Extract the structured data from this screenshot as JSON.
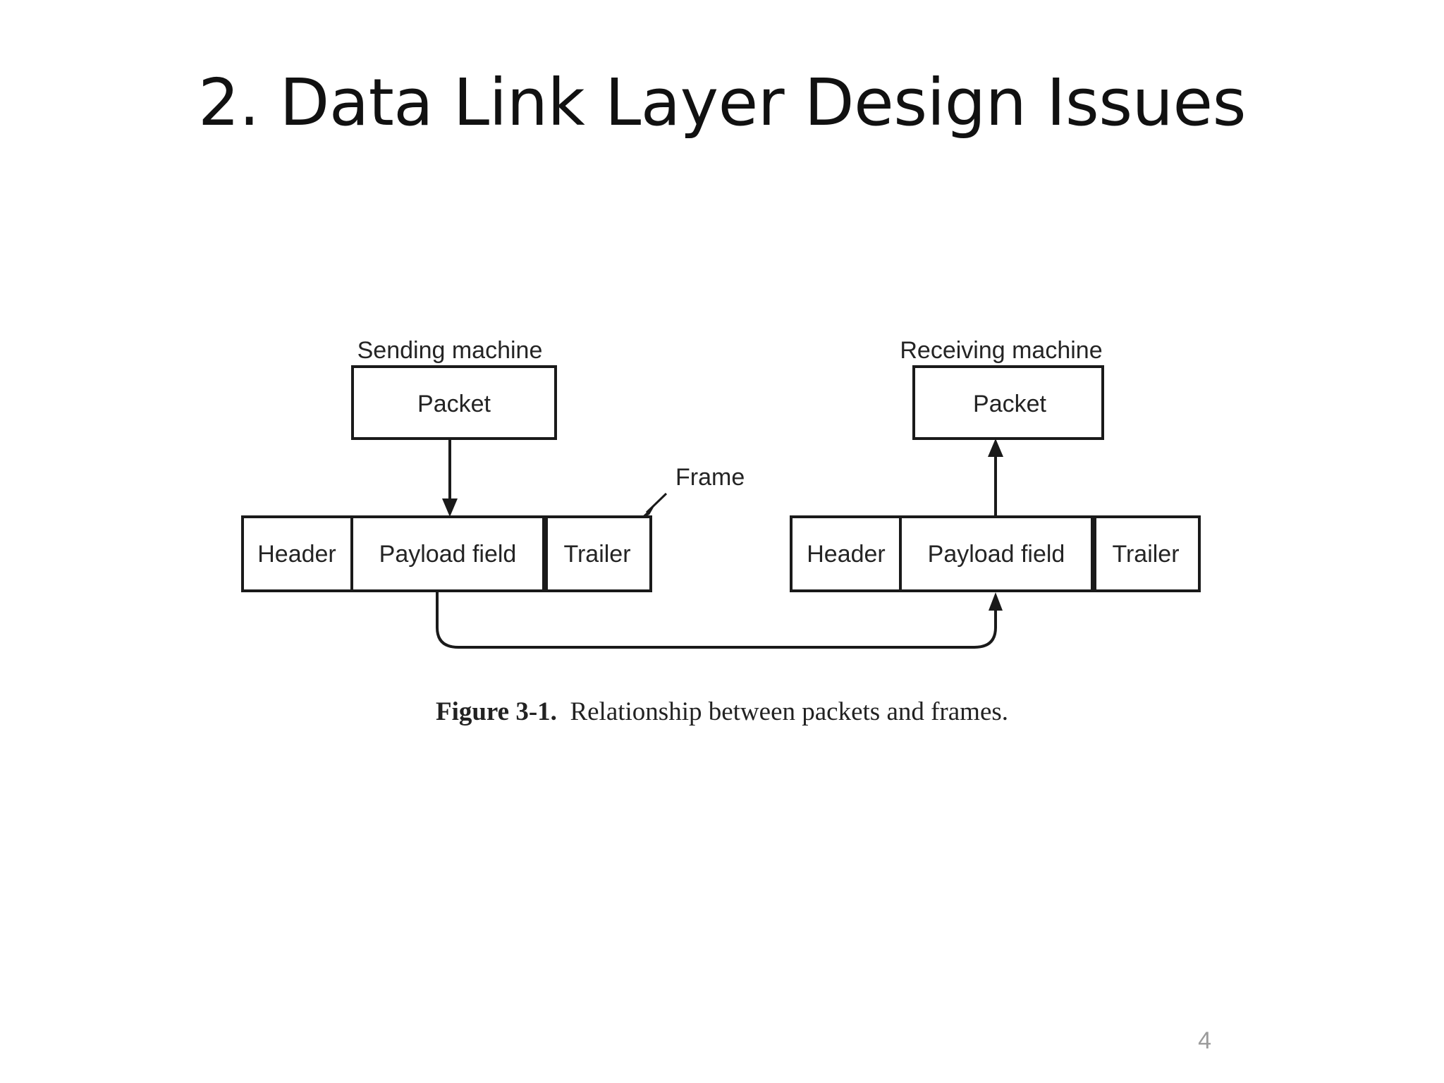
{
  "slide": {
    "title": "2. Data Link Layer Design Issues",
    "page_number": "4",
    "background_color": "#ffffff",
    "title_color": "#111111",
    "page_number_color": "#9b9b9b"
  },
  "figure": {
    "caption_label": "Figure 3-1.",
    "caption_text": "Relationship between packets and frames.",
    "stroke_color": "#1a1a1a",
    "fill_color": "#ffffff",
    "text_color": "#242424",
    "sending": {
      "machine_label": "Sending machine",
      "packet_label": "Packet",
      "frame_cells": [
        {
          "label": "Header"
        },
        {
          "label": "Payload field"
        },
        {
          "label": "Trailer"
        }
      ]
    },
    "receiving": {
      "machine_label": "Receiving machine",
      "packet_label": "Packet",
      "frame_cells": [
        {
          "label": "Header"
        },
        {
          "label": "Payload field"
        },
        {
          "label": "Trailer"
        }
      ]
    },
    "annotation": {
      "frame_callout_label": "Frame"
    }
  }
}
